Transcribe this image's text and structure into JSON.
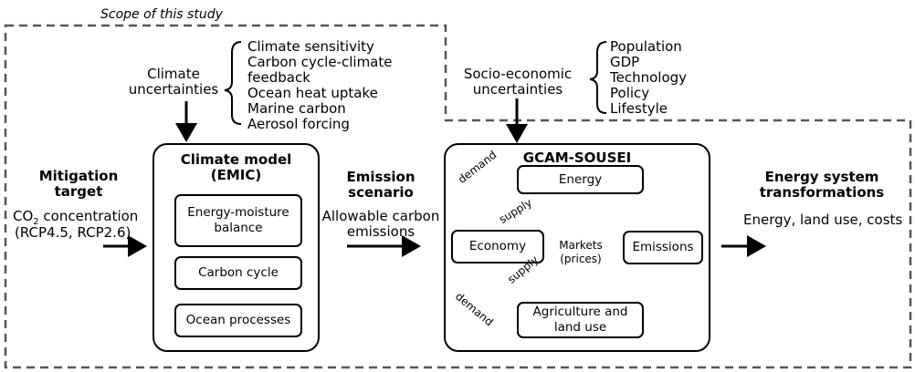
{
  "scope_label": "Scope of this study",
  "mitigation": {
    "title_line1": "Mitigation",
    "title_line2": "target",
    "co2_prefix": "CO",
    "co2_sub": "2",
    "co2_suffix": " concentration",
    "rcp": "(RCP4.5, RCP2.6)"
  },
  "climate_uncertainties": {
    "title_line1": "Climate",
    "title_line2": "uncertainties",
    "items": [
      "Climate sensitivity",
      "Carbon cycle-climate",
      "feedback",
      "Ocean heat uptake",
      "Marine carbon",
      "Aerosol forcing"
    ]
  },
  "climate_model": {
    "title_line1": "Climate model",
    "title_line2": "(EMIC)",
    "components": [
      "Energy-moisture",
      "balance",
      "Carbon cycle",
      "Ocean processes"
    ]
  },
  "emission_scenario": {
    "title_line1": "Emission",
    "title_line2": "scenario",
    "desc_line1": "Allowable carbon",
    "desc_line2": "emissions"
  },
  "socio_uncertainties": {
    "title_line1": "Socio-economic",
    "title_line2": "uncertainties",
    "items": [
      "Population",
      "GDP",
      "Technology",
      "Policy",
      "Lifestyle"
    ]
  },
  "gcam": {
    "title": "GCAM-SOUSEI",
    "energy": "Energy",
    "economy": "Economy",
    "emissions": "Emissions",
    "agri_line1": "Agriculture and",
    "agri_line2": "land use",
    "markets_line1": "Markets",
    "markets_line2": "(prices)",
    "demand_upper": "demand",
    "supply_upper": "supply",
    "supply_lower": "supply",
    "demand_lower": "demand"
  },
  "output": {
    "title_line1": "Energy system",
    "title_line2": "transformations",
    "desc": "Energy, land use, costs"
  },
  "colors": {
    "line": "#000000",
    "dashed": "#555555",
    "cycle": "#8c8c8c"
  }
}
